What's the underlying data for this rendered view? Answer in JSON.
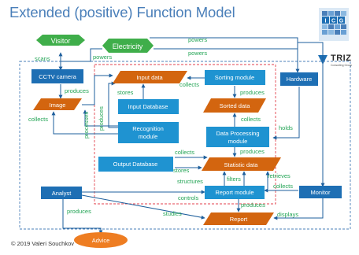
{
  "title": "Extended (positive) Function Model",
  "copyright": "© 2019 Valeri Souchkov",
  "logos": {
    "icg": [
      "I",
      "C",
      "G"
    ],
    "triz": "TRIZ",
    "triz_sub": "Consulting Group"
  },
  "colors": {
    "system": "#1e6fb4",
    "product": "#d3650f",
    "supersystem": "#3fae4a",
    "component": "#1f93d1",
    "label": "#23a455",
    "dashed_red": "#e3424c",
    "dashed_blue": "#4a7fb9",
    "arrow": "#1e5f9c"
  },
  "nodes": {
    "visitor": "Visitor",
    "electricity": "Electricity",
    "cctv": "CCTV camera",
    "image": "Image",
    "input_data": "Input data",
    "sorting_module": "Sorting module",
    "input_database": "Input Database",
    "sorted_data": "Sorted data",
    "recognition_1": "Recognition",
    "recognition_2": "module",
    "dpm_1": "Data Processing",
    "dpm_2": "module",
    "output_database": "Output Database",
    "statistic_data": "Statistic data",
    "hardware": "Hardware",
    "analyst": "Analyst",
    "report_module": "Report module",
    "monitor": "Monitor",
    "report": "Report",
    "advice": "Advice"
  },
  "labels": {
    "powers": "powers",
    "scans": "scans",
    "produces": "produces",
    "collects": "collects",
    "stores": "stores",
    "processes": "processes",
    "holds": "holds",
    "structures": "structures",
    "filters": "filters",
    "retrieves": "retrieves",
    "controls": "controls",
    "studies": "studies",
    "displays": "displays"
  }
}
